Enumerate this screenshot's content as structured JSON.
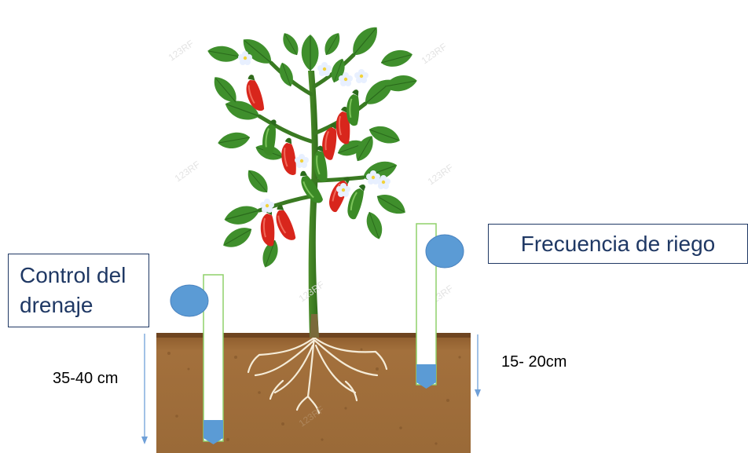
{
  "labels": {
    "drainage_line1": "Control del",
    "drainage_line2": "drenaje",
    "irrigation": "Frecuencia de riego"
  },
  "depths": {
    "left": "35-40 cm",
    "right": "15- 20cm"
  },
  "watermark": "123RF",
  "colors": {
    "soil": "#9c6a36",
    "soil_dark": "#6e4420",
    "leaf": "#3f8f2c",
    "leaf_dark": "#2a6a1c",
    "pepper_red": "#d8261c",
    "pepper_green": "#3b8a26",
    "tube_water": "#5b9bd5",
    "box_text": "#1f3864"
  }
}
